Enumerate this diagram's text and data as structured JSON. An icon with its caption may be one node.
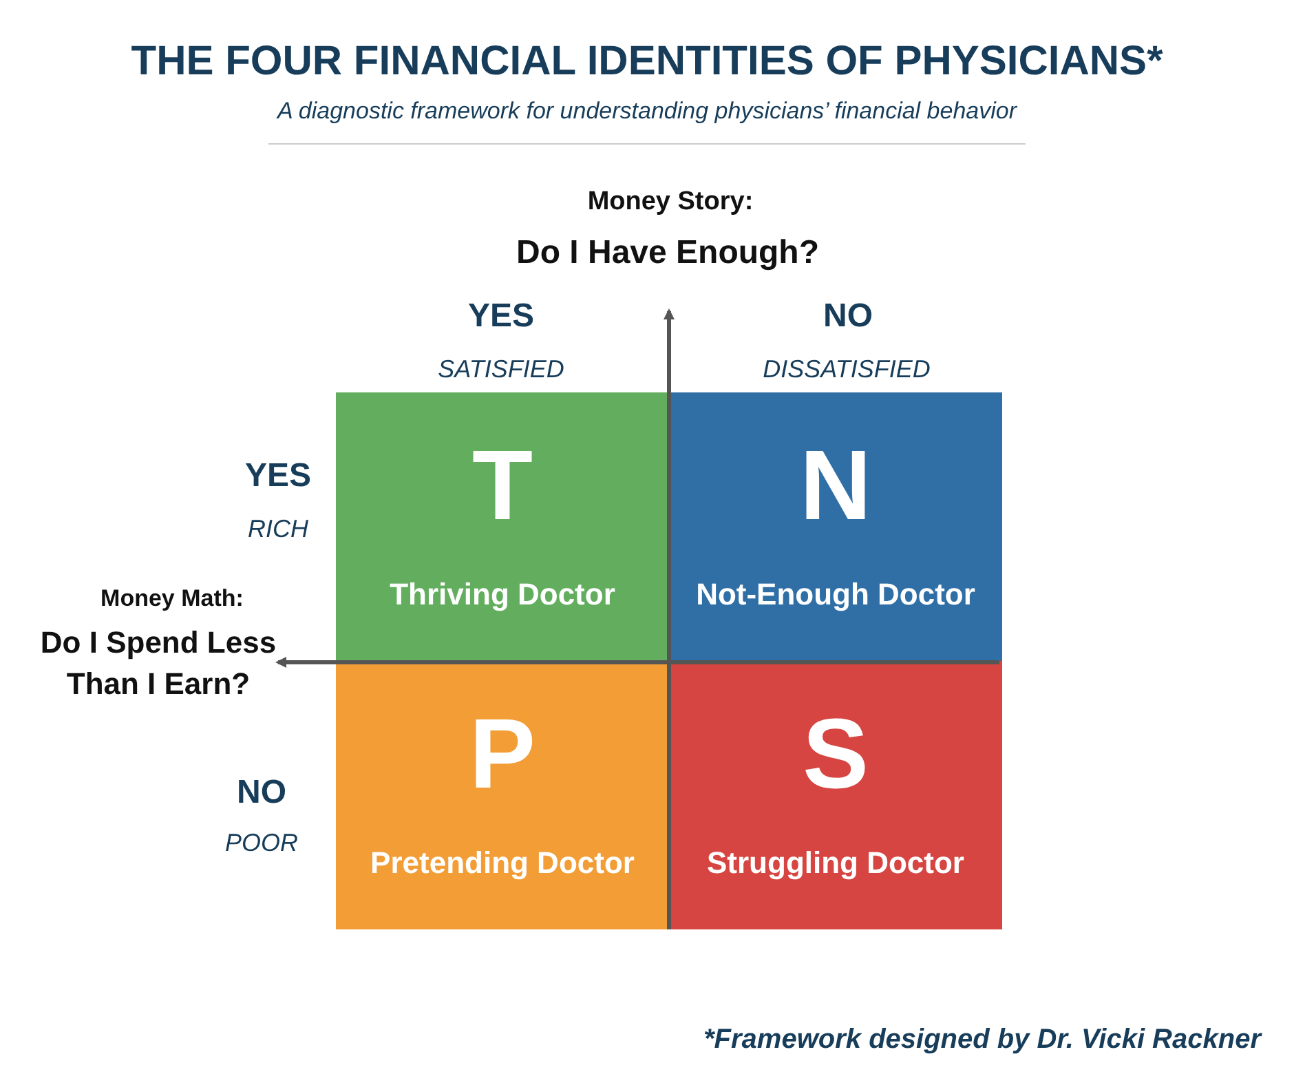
{
  "diagram": {
    "title": "THE FOUR FINANCIAL IDENTITIES OF PHYSICIANS*",
    "caption": "*Framework designed by Dr. Vicki Rackner",
    "nodes": [
      {
        "text": [
          "T",
          "Thriving Doctor"
        ]
      },
      {
        "text": [
          "N",
          "Not-Enough Doctor"
        ]
      },
      {
        "text": [
          "P",
          "Pretending Doctor"
        ]
      },
      {
        "text": [
          "S",
          "Struggling Doctor"
        ]
      }
    ],
    "labels": [
      "A diagnostic framework for understanding physicians’ financial behavior",
      "Money Story:",
      "Do I Have Enough?",
      "YES",
      "SATISFIED",
      "NO",
      "DISSATISFIED",
      "YES",
      "RICH",
      "Money Math:",
      "Do I Spend Less Than I Earn?",
      "NO",
      "POOR"
    ]
  }
}
